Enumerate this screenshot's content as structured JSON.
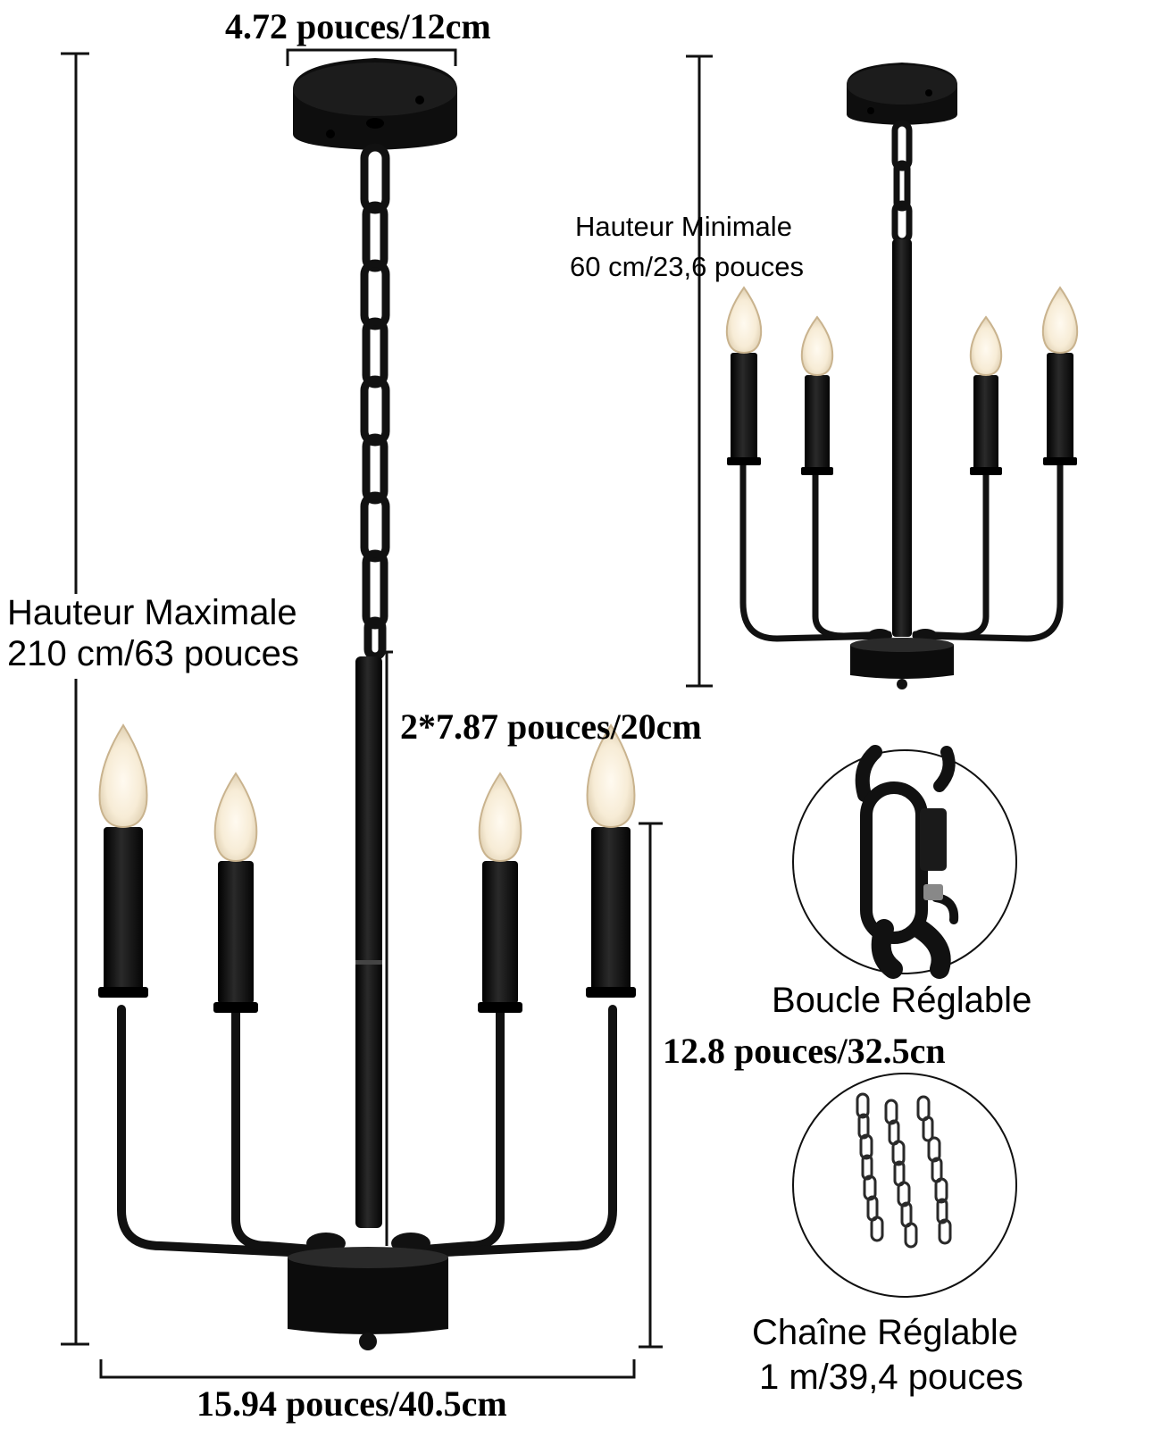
{
  "dimensions": {
    "canopy_width": "4.72 pouces/12cm",
    "max_height_title": "Hauteur Maximale",
    "max_height_value": "210 cm/63 pouces",
    "rod_length": "2*7.87 pouces/20cm",
    "body_height": "12.8 pouces/32.5cn",
    "body_width": "15.94 pouces/40.5cm"
  },
  "min_view": {
    "title": "Hauteur Minimale",
    "value": "60 cm/23,6 pouces"
  },
  "details": {
    "buckle_label": "Boucle Réglable",
    "chain_title": "Chaîne Réglable",
    "chain_value": "1 m/39,4 pouces"
  },
  "colors": {
    "metal": "#111111",
    "bulb_glow": "#fff3d9",
    "background": "#ffffff"
  }
}
